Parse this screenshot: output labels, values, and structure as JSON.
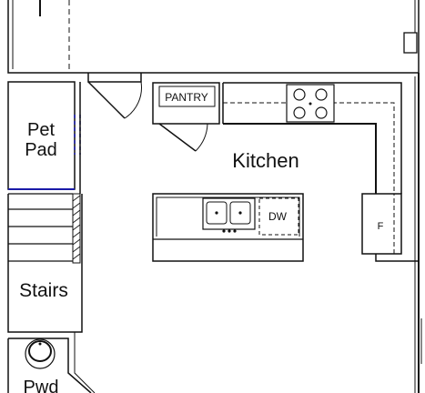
{
  "labels": {
    "pet_pad_line1": "Pet",
    "pet_pad_line2": "Pad",
    "pantry": "PANTRY",
    "kitchen": "Kitchen",
    "dishwasher": "DW",
    "fridge": "F",
    "stairs": "Stairs",
    "powder_room": "Pwd"
  },
  "icons": [
    "door-swing-icon",
    "sink-icon",
    "cooktop-icon",
    "toilet-icon",
    "fridge-icon"
  ],
  "colors": {
    "line": "#111111",
    "pet_pad_accent": "#1a1aa8"
  }
}
